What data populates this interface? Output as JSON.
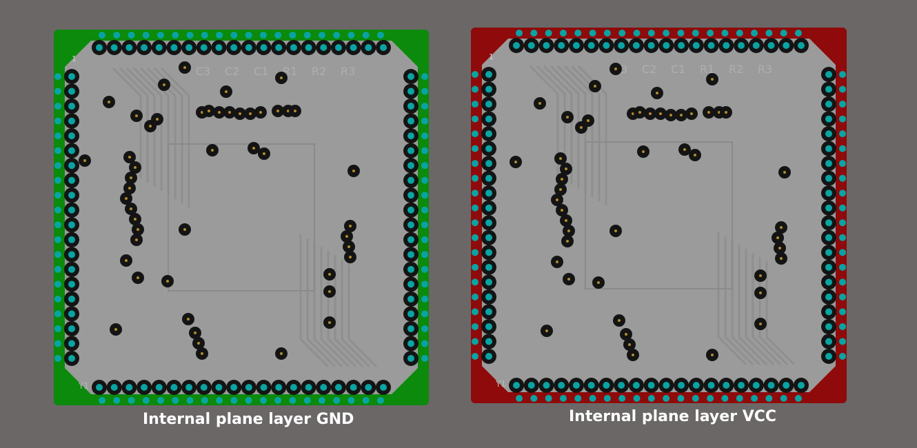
{
  "panels": [
    {
      "caption": "Internal plane layer GND",
      "plane_color": "#0b8a0b",
      "board_color": "#9b9b9b",
      "pad_color": "#0aa3a3",
      "via_color": "#141414"
    },
    {
      "caption": "Internal plane layer VCC",
      "plane_color": "#8f0a0a",
      "board_color": "#9b9b9b",
      "pad_color": "#0aa3a3",
      "via_color": "#141414"
    }
  ],
  "silkscreen": {
    "pin1_label": "1",
    "labels": [
      "C3",
      "C2",
      "C1",
      "R1",
      "R2",
      "R3"
    ],
    "y_label": "Y1"
  }
}
